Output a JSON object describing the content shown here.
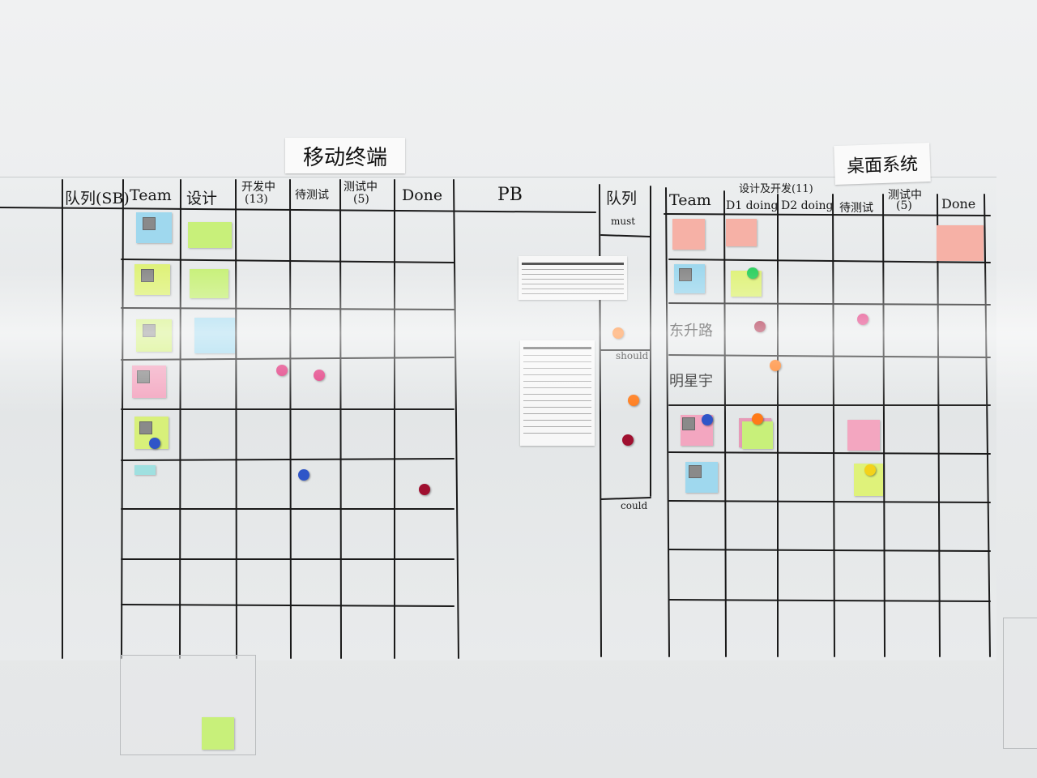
{
  "titles": {
    "left": "移动终端",
    "right": "桌面系统"
  },
  "left_board": {
    "headers": [
      "队列(SB)",
      "Team",
      "设计",
      "开发中",
      "待测试",
      "测试中",
      "Done"
    ],
    "header_counts": {
      "dev": "(13)",
      "testing": "(5)"
    }
  },
  "middle": {
    "pb_label": "PB",
    "queue_label": "队列",
    "priority_labels": [
      "must",
      "should",
      "could"
    ]
  },
  "right_board": {
    "headers": [
      "Team",
      "D1 doing",
      "D2 doing",
      "待测试",
      "测试中",
      "Done"
    ],
    "group_header": "设计及开发(11)",
    "testing_count": "(5)",
    "names": [
      "东升路",
      "明星宇"
    ]
  },
  "colors": {
    "note_green": "#c8f07a",
    "note_blue": "#9fd8ee",
    "note_pink": "#f3a6c0",
    "note_salmon": "#f6b1a6",
    "magnet_pink": "#e0307a",
    "magnet_green": "#2fd060",
    "magnet_blue": "#2f55c8",
    "magnet_red": "#a01030",
    "magnet_orange": "#ff7a18"
  }
}
